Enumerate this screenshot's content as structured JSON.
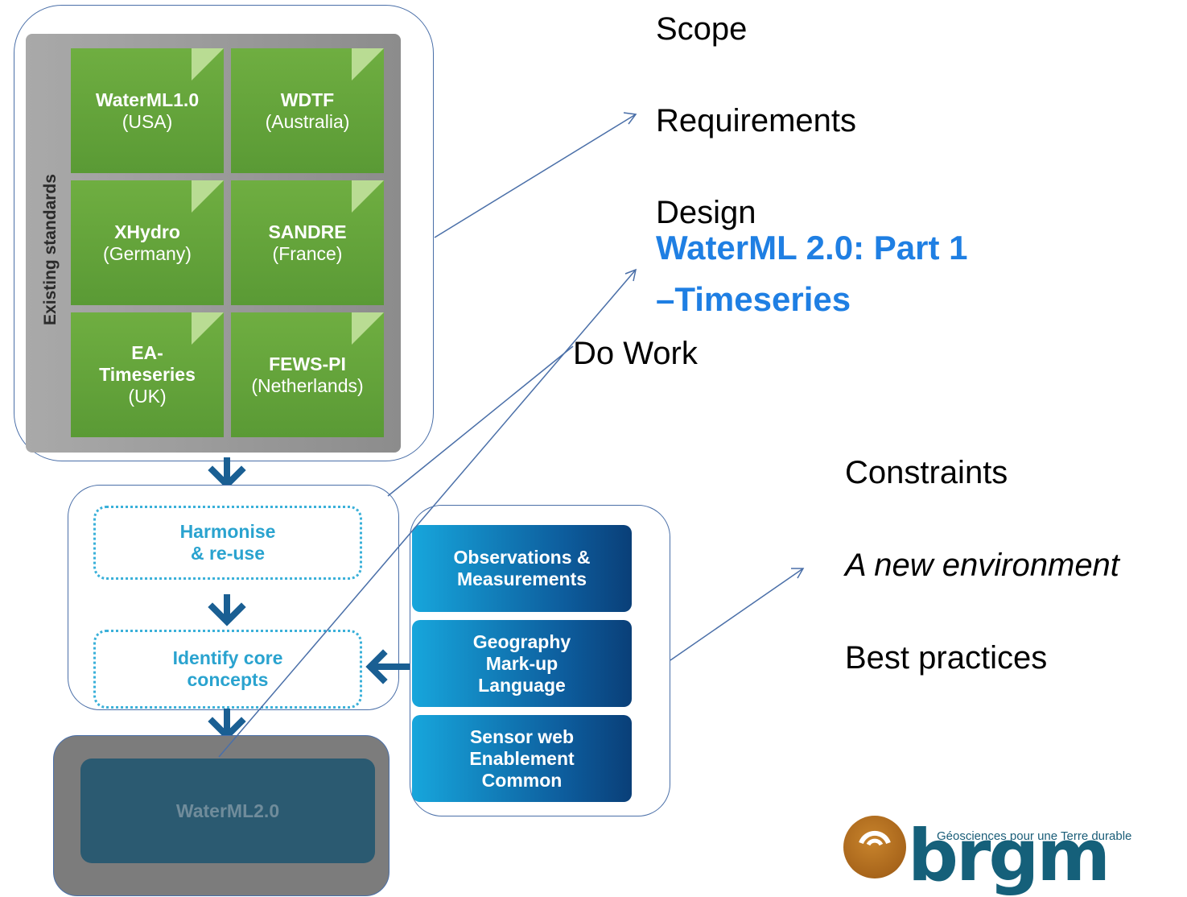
{
  "standards": {
    "side_label": "Existing standards",
    "tiles": [
      {
        "name": "WaterML1.0",
        "region": "(USA)"
      },
      {
        "name": "WDTF",
        "region": "(Australia)"
      },
      {
        "name": "XHydro",
        "region": "(Germany)"
      },
      {
        "name": "SANDRE",
        "region": "(France)"
      },
      {
        "name": "EA-\nTimeseries",
        "region": "(UK)"
      },
      {
        "name": "FEWS-PI",
        "region": "(Netherlands)"
      }
    ]
  },
  "process": {
    "harmonise": "Harmonise\n& re-use",
    "identify": "Identify core\nconcepts"
  },
  "ogc_standards": [
    "Observations &\nMeasurements",
    "Geography\nMark-up\nLanguage",
    "Sensor web\nEnablement\nCommon"
  ],
  "output": "WaterML2.0",
  "right_text": {
    "scope": "Scope",
    "requirements": "Requirements",
    "design": "Design",
    "title": "WaterML 2.0: Part 1\n–Timeseries",
    "do_work": "Do Work",
    "constraints": "Constraints",
    "new_env": "A new environment",
    "best_practices": "Best practices"
  },
  "logo": {
    "word": "brgm",
    "tagline": "Géosciences pour une Terre durable"
  },
  "colors": {
    "tile_green": "#6fae41",
    "accent_blue": "#1f7fe3",
    "arrow_blue": "#1a5f93",
    "connector_line": "#4a6fa8"
  }
}
